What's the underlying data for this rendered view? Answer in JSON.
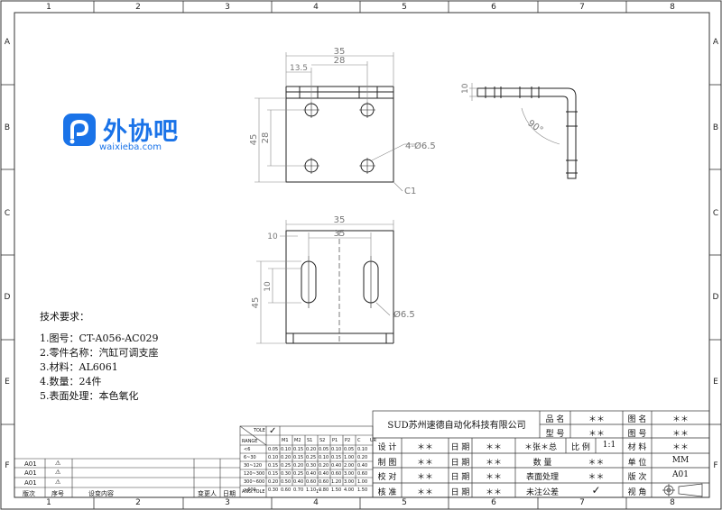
{
  "zones": {
    "columns": [
      "1",
      "2",
      "3",
      "4",
      "5",
      "6",
      "7",
      "8"
    ],
    "rows": [
      "A",
      "B",
      "C",
      "D",
      "E",
      "F"
    ]
  },
  "logo": {
    "name": "外协吧",
    "url": "waixieba.com"
  },
  "drawing": {
    "top_view": {
      "d35": "35",
      "d13_5": "13.5",
      "d28h": "28",
      "d45": "45",
      "d28v": "28",
      "holes": "4-Ø6.5",
      "chamfer": "C1"
    },
    "side_view": {
      "d10": "10",
      "angle": "90°"
    },
    "bottom_view": {
      "d35a": "35",
      "d10": "10",
      "d35b": "35",
      "d45": "45",
      "d10v": "10",
      "hole": "Ø6.5"
    }
  },
  "tech_requirements": {
    "title": "技术要求：",
    "items": [
      "1.图号：CT-A056-AC029",
      "2.零件名称：汽缸可调支座",
      "3.材料：AL6061",
      "4.数量：24件",
      "5.表面处理：本色氧化"
    ]
  },
  "tolerance_table": {
    "header_label": "TOLE",
    "range_label": "RANGE",
    "check_mark": "✓",
    "columns": [
      "M1",
      "M2",
      "S1",
      "S2",
      "P1",
      "P2",
      "C",
      "UR"
    ],
    "rows": [
      {
        "range": "<6",
        "vals": [
          "0.05",
          "0.10",
          "0.15",
          "0.20",
          "0.05",
          "0.10",
          "0.05",
          "0.10"
        ]
      },
      {
        "range": "6~30",
        "vals": [
          "0.10",
          "0.20",
          "0.15",
          "0.25",
          "0.10",
          "0.15",
          "1.00",
          "0.20"
        ]
      },
      {
        "range": "30~120",
        "vals": [
          "0.15",
          "0.25",
          "0.20",
          "0.30",
          "0.20",
          "0.40",
          "2.00",
          "0.40"
        ]
      },
      {
        "range": "120~300",
        "vals": [
          "0.15",
          "0.30",
          "0.25",
          "0.40",
          "0.40",
          "0.60",
          "3.00",
          "0.60"
        ]
      },
      {
        "range": "300~600",
        "vals": [
          "0.20",
          "0.50",
          "0.40",
          "0.60",
          "0.60",
          "1.20",
          "3.00",
          "1.00"
        ]
      },
      {
        "range": ">600",
        "vals": [
          "0.30",
          "0.60",
          "0.70",
          "1.10",
          "0.80",
          "1.50",
          "4.00",
          "1.50"
        ]
      }
    ],
    "angle_label": "ANG.TOLE",
    "angle_value": "1°"
  },
  "revision_table": {
    "rows": [
      {
        "ver": "A01",
        "mark": "⚠"
      },
      {
        "ver": "A01",
        "mark": "⚠"
      },
      {
        "ver": "A01",
        "mark": "⚠"
      }
    ],
    "headers": [
      "版次",
      "序号",
      "设变内容",
      "变更人",
      "日期"
    ]
  },
  "title_block": {
    "company": "SUD苏州速德自动化科技有限公司",
    "pin_label": "品  名",
    "pin_value": "＊＊",
    "model_label": "型  号",
    "model_value": "＊＊",
    "fig_name_label": "图  名",
    "fig_name_value": "＊＊",
    "fig_no_label": "图  号",
    "fig_no_value": "＊＊",
    "design_label": "设  计",
    "design_value": "＊＊",
    "draw_label": "制  图",
    "draw_value": "＊＊",
    "check_label": "校  对",
    "check_value": "＊＊",
    "approve_label": "核  准",
    "approve_value": "＊＊",
    "date_label": "日  期",
    "date_value": "＊＊",
    "sheet_label": "＊张＊总",
    "scale_label": "比  例",
    "scale_value": "1:1",
    "material_label": "材  料",
    "material_value": "＊＊",
    "qty_label": "数     量",
    "qty_value": "＊＊",
    "unit_label": "单  位",
    "unit_value": "MM",
    "surface_label": "表面处理",
    "surface_value": "＊＊",
    "version_label": "版  次",
    "version_value": "A01",
    "untol_label": "未注公差",
    "untol_value": "✓",
    "view_label": "视  角"
  }
}
